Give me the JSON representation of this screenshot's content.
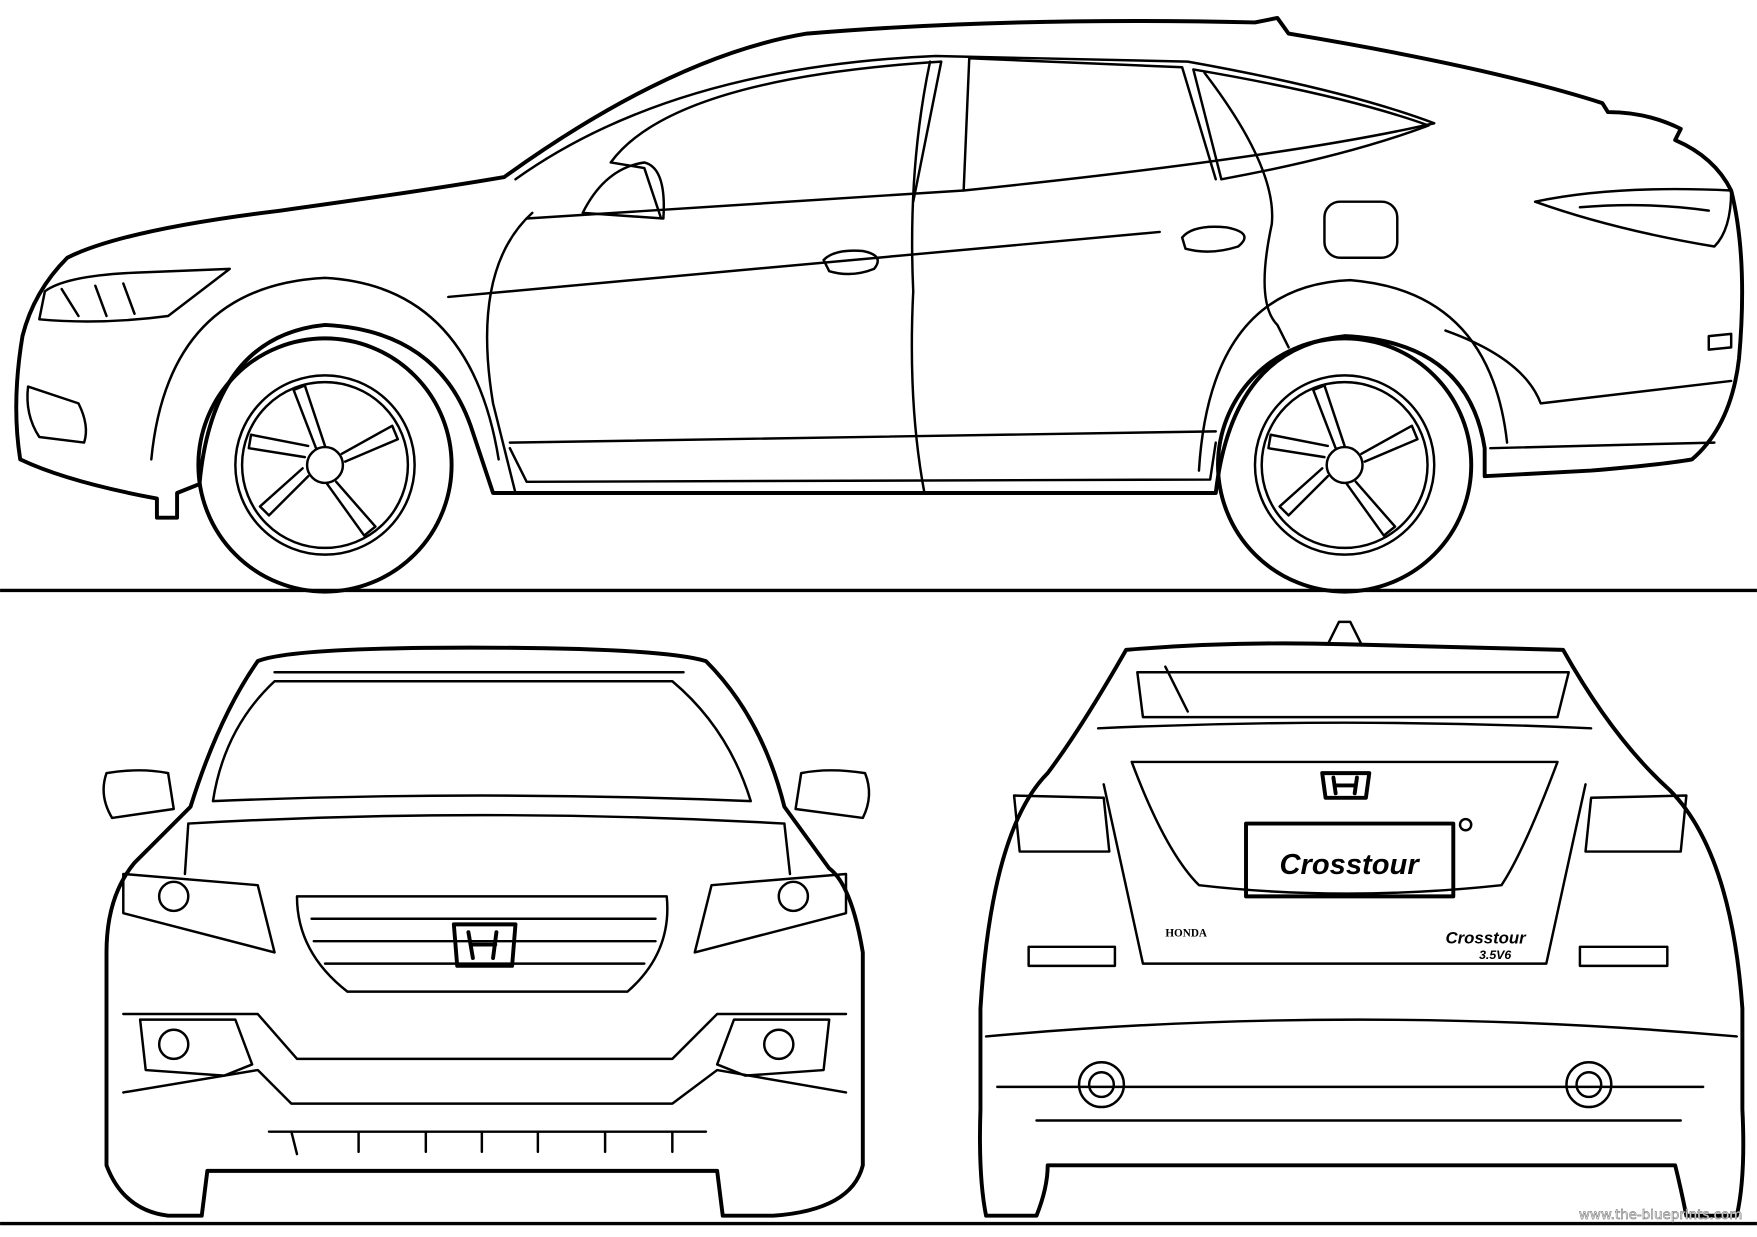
{
  "title": "Honda Crosstour blueprint",
  "views": [
    "side",
    "front",
    "rear"
  ],
  "rear_badges": {
    "plate_text": "Crosstour",
    "brand_text": "HONDA",
    "model_text": "Crosstour",
    "engine_text": "3.5V6"
  },
  "watermark": "www.the-blueprints.com",
  "colors": {
    "line": "#000000",
    "background": "#ffffff"
  }
}
